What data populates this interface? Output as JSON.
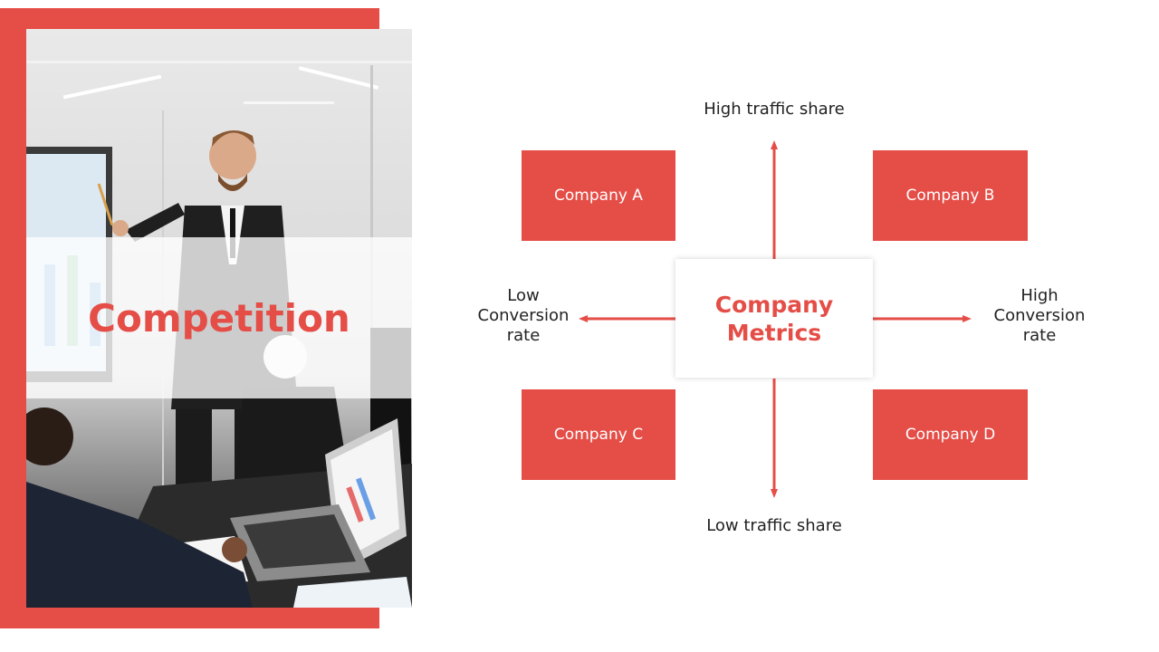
{
  "slide": {
    "title": "Competition"
  },
  "diagram": {
    "center_label": "Company\nMetrics",
    "quadrants": {
      "top_left": "Company A",
      "top_right": "Company B",
      "bottom_left": "Company C",
      "bottom_right": "Company D"
    },
    "axes": {
      "top": "High traffic share",
      "bottom": "Low traffic share",
      "left": "Low\nConversion\nrate",
      "right": "High\nConversion\nrate"
    }
  },
  "colors": {
    "accent": "#E54D47",
    "text": "#222222",
    "background": "#FFFFFF"
  }
}
